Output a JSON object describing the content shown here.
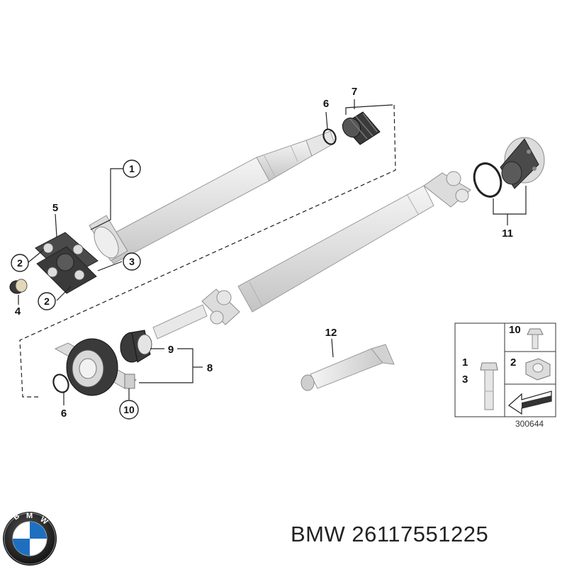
{
  "callouts": {
    "c1": "1",
    "c2a": "2",
    "c2b": "2",
    "c3": "3",
    "c4": "4",
    "c5": "5",
    "c6a": "6",
    "c6b": "6",
    "c7": "7",
    "c8": "8",
    "c9": "9",
    "c10": "10",
    "c11": "11",
    "c12": "12"
  },
  "legend": {
    "top_label": "10",
    "bolt_label_1": "1",
    "bolt_label_3": "3",
    "nut_label": "2"
  },
  "reference_code": "300644",
  "footer": {
    "brand": "BMW",
    "part_number": "26117551225",
    "logo_letters": "BMW"
  },
  "colors": {
    "part_fill": "#e4e4e4",
    "part_stroke": "#9a9a9a",
    "dark_part": "#3a3a3a",
    "line": "#222222",
    "bmw_blue": "#1f6fc0"
  }
}
